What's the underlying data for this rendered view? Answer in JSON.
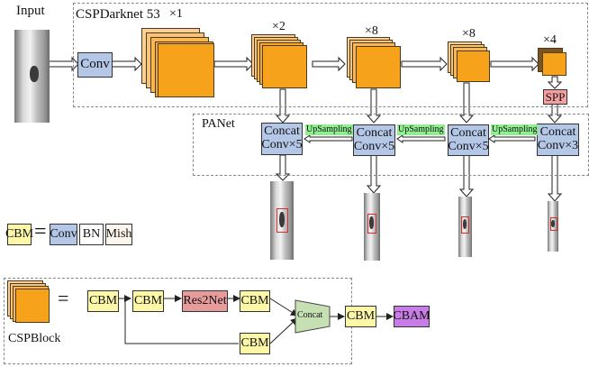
{
  "title_input": "Input",
  "backbone": {
    "label": "CSPDarknet 53",
    "conv": "Conv",
    "multipliers": [
      "×1",
      "×2",
      "×8",
      "×8",
      "×4"
    ]
  },
  "spp": "SPP",
  "neck": {
    "label": "PANet",
    "concat_blocks": [
      {
        "line1": "Concat",
        "line2": "Conv×5"
      },
      {
        "line1": "Concat",
        "line2": "Conv×5"
      },
      {
        "line1": "Concat",
        "line2": "Conv×5"
      },
      {
        "line1": "Concat",
        "line2": "Conv×3"
      }
    ],
    "upsampling": [
      "UpSampling",
      "UpSampling",
      "UpSampling"
    ]
  },
  "cbm_legend": {
    "cbm": "CBM",
    "equals": "=",
    "parts": [
      "Conv",
      "BN",
      "Mish"
    ]
  },
  "cspblock": {
    "label": "CSPBlock",
    "equals": "=",
    "nodes": [
      "CBM",
      "CBM",
      "Res2Net",
      "CBM",
      "CBM",
      "Concat",
      "CBM",
      "CBAM"
    ]
  },
  "colors": {
    "conv": "#b4c7e7",
    "cbm": "#fdf8a8",
    "res2net": "#e89b9b",
    "cbam": "#c77ce6",
    "spp": "#f4a0a0",
    "upsampling": "#90ee90",
    "concat_trapezoid": "#c6e0b4",
    "feature_map": "#f7a21b",
    "detection_box": "#d32f2f"
  }
}
